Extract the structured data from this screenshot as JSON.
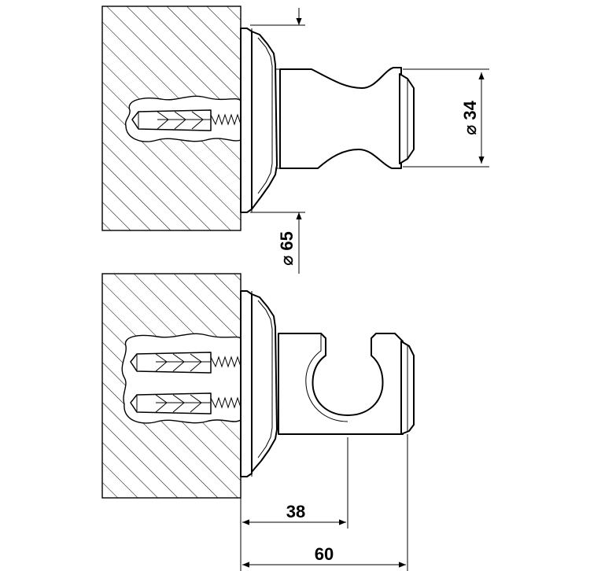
{
  "dimensions": {
    "wall_plate_diameter": "65",
    "holder_diameter": "34",
    "hook_depth": "38",
    "total_depth": "60"
  },
  "symbols": {
    "diameter": "⌀"
  }
}
